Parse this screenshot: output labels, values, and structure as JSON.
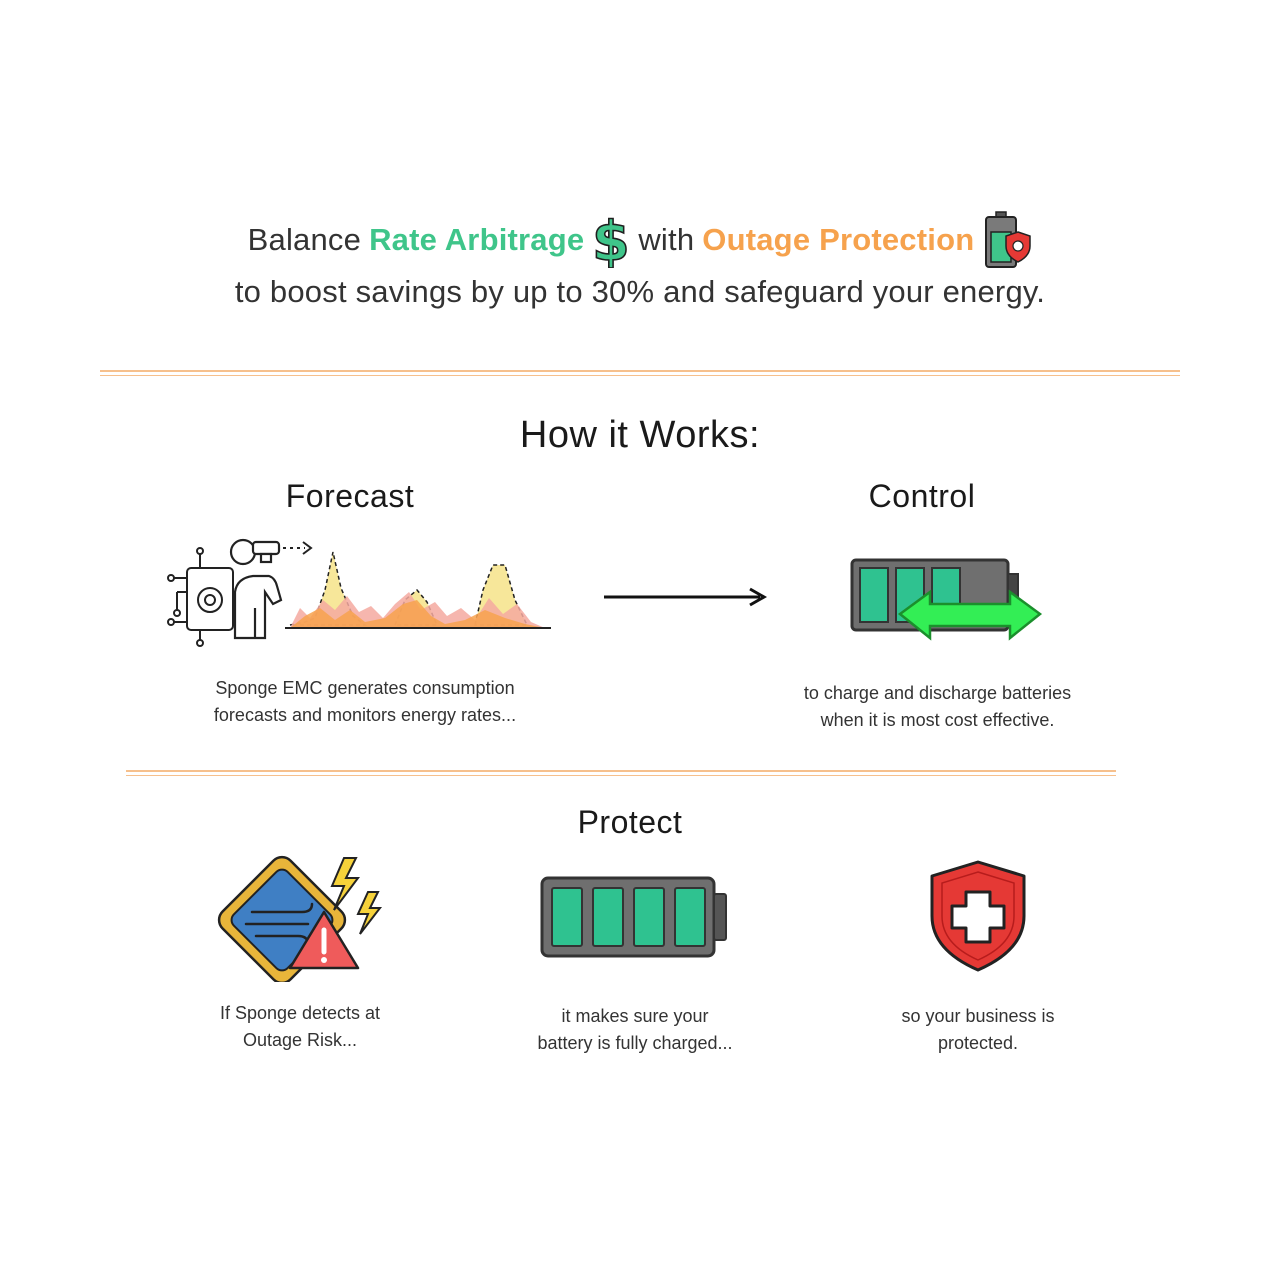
{
  "header": {
    "prefix": "Balance",
    "rate_arbitrage": "Rate Arbitrage",
    "with_word": "with",
    "outage_protection": "Outage Protection",
    "line2": "to boost savings by up to 30% and safeguard your energy.",
    "dollar_icon": "dollar-icon",
    "battery_shield_icon": "battery-shield-icon"
  },
  "how": {
    "title": "How it Works:",
    "forecast": {
      "title": "Forecast",
      "caption_line1": "Sponge EMC generates consumption",
      "caption_line2": "forecasts and monitors energy rates...",
      "icon": "forecast-analyst-icon"
    },
    "control": {
      "title": "Control",
      "caption_line1": "to charge and discharge batteries",
      "caption_line2": "when it is most cost effective.",
      "icon": "battery-bidirectional-icon"
    },
    "arrow_icon": "arrow-right-icon"
  },
  "protect": {
    "title": "Protect",
    "items": [
      {
        "line1": "If Sponge detects at",
        "line2": "Outage Risk...",
        "icon": "storm-warning-icon"
      },
      {
        "line1": "it makes sure your",
        "line2": "battery is fully charged...",
        "icon": "full-battery-icon"
      },
      {
        "line1": "so your business is",
        "line2": "protected.",
        "icon": "shield-cross-icon"
      }
    ]
  },
  "colors": {
    "accent_green": "#3fc58a",
    "accent_orange": "#f6a24d",
    "battery_green": "#2fc290",
    "shield_red": "#e53935"
  }
}
